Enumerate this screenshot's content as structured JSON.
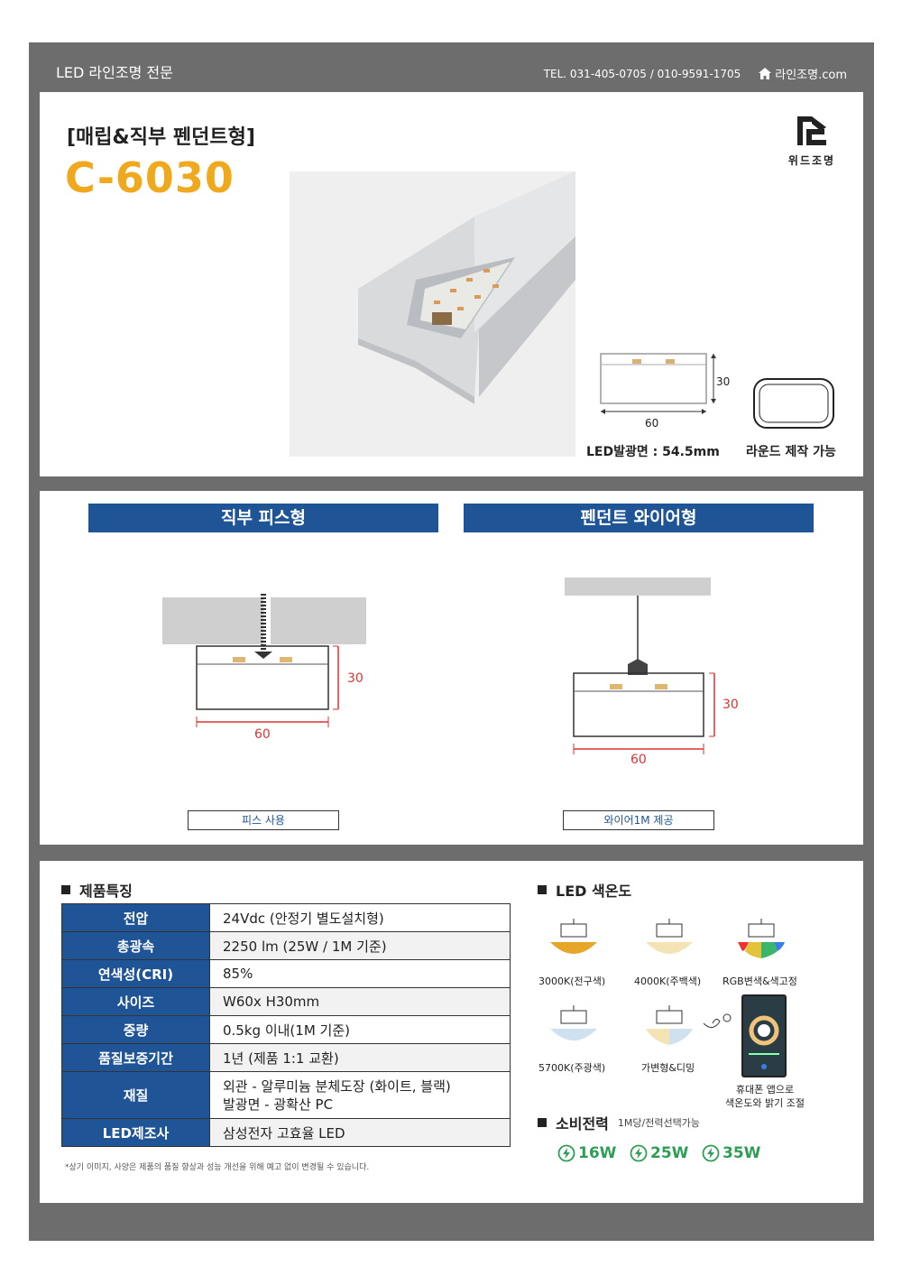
{
  "header": {
    "left": "LED 라인조명 전문",
    "tel": "TEL. 031-405-0705 / 010-9591-1705",
    "site": "라인조명.com"
  },
  "product": {
    "subtitle": "[매립&직부 펜던트형]",
    "model": "C-6030",
    "brand": "위드조명",
    "dim_height": "30",
    "dim_width": "60",
    "led_face": "LED발광면 : 54.5mm",
    "round_note": "라운드 제작 가능"
  },
  "install": {
    "left_title": "직부 피스형",
    "right_title": "펜던트 와이어형",
    "left_h": "30",
    "left_w": "60",
    "right_h": "30",
    "right_w": "60",
    "left_tag": "피스 사용",
    "right_tag": "와이어1M 제공"
  },
  "specs": {
    "title": "제품특징",
    "rows": [
      {
        "k": "전압",
        "v": "24Vdc (안정기 별도설치형)"
      },
      {
        "k": "총광속",
        "v": "2250 lm (25W / 1M 기준)"
      },
      {
        "k": "연색성(CRI)",
        "v": "85%"
      },
      {
        "k": "사이즈",
        "v": "W60x H30mm"
      },
      {
        "k": "중량",
        "v": "0.5kg 이내(1M 기준)"
      },
      {
        "k": "품질보증기간",
        "v": "1년 (제품 1:1 교환)"
      },
      {
        "k": "재질",
        "v": "외관 - 알루미늄 분체도장 (화이트, 블랙)",
        "v2": "발광면 - 광확산 PC"
      },
      {
        "k": "LED제조사",
        "v": "삼성전자 고효율 LED"
      }
    ],
    "note": "*상기 이미지, 사양은 제품의 품질 향상과 성능 개선을 위해 예고 없이 변경될 수 있습니다."
  },
  "color_temp": {
    "title": "LED 색온도",
    "items": [
      "3000K(전구색)",
      "4000K(주백색)",
      "RGB변색&색고정",
      "5700K(주광색)",
      "가변형&디밍"
    ],
    "phone_note1": "휴대폰 앱으로",
    "phone_note2": "색온도와 밝기 조절",
    "colors": {
      "warm": "#e6a62a",
      "neutral": "#f3e3b5",
      "cool": "#cfe0ef"
    }
  },
  "power": {
    "title": "소비전력",
    "sub": "1M당/전력선택가능",
    "options": [
      "16W",
      "25W",
      "35W"
    ],
    "color": "#2e9e55"
  }
}
